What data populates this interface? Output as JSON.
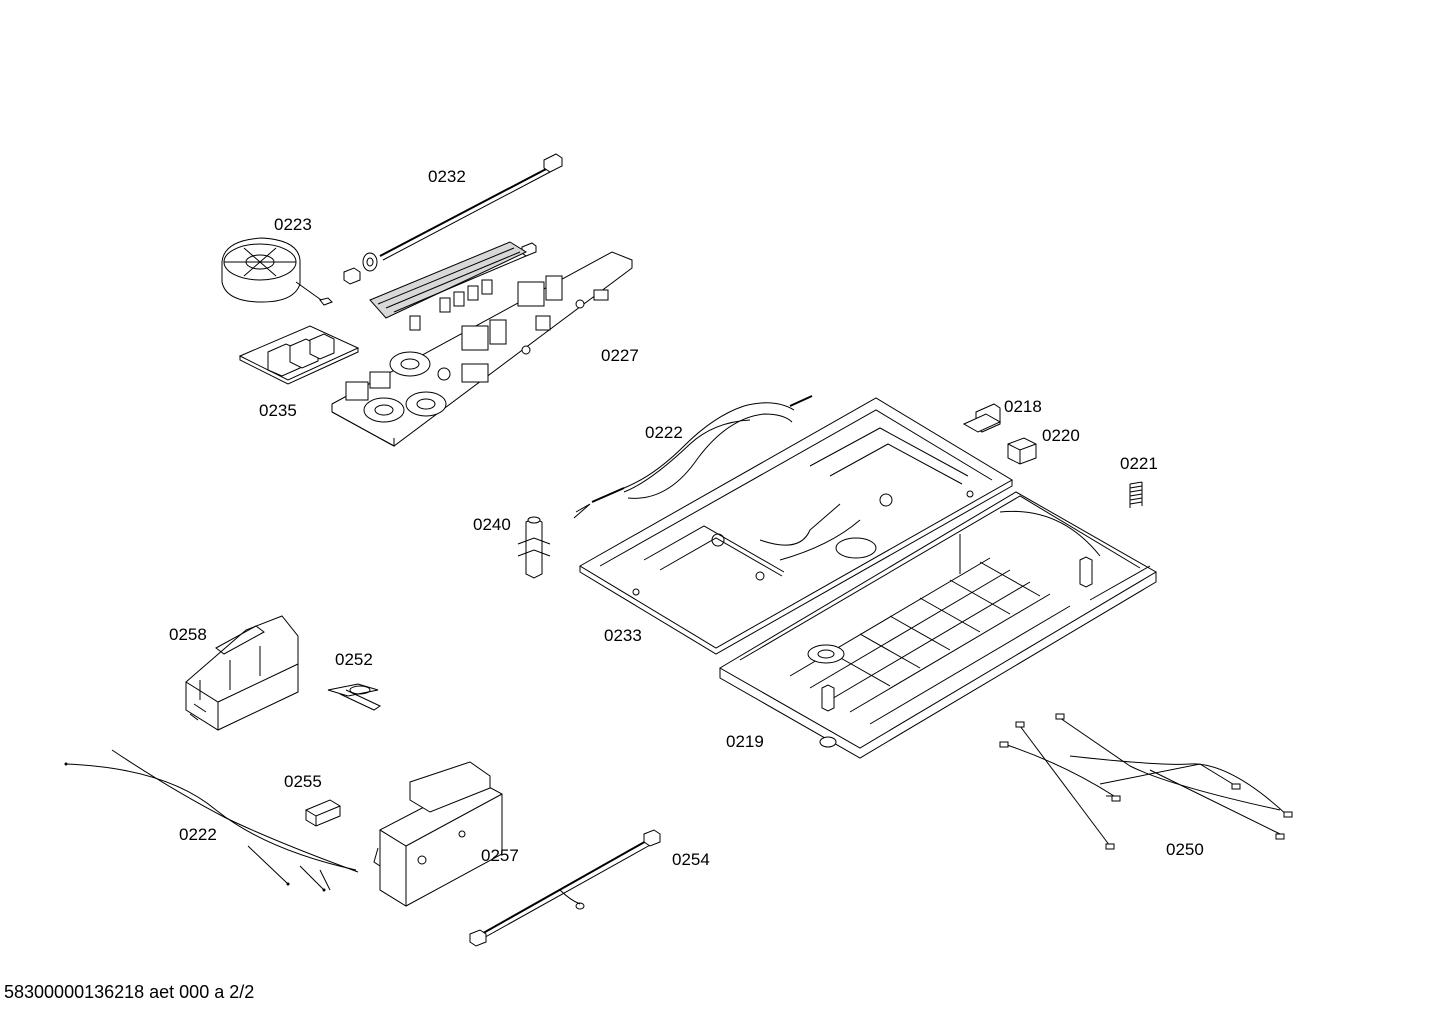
{
  "parts": [
    {
      "id": "p0232",
      "label": "0232"
    },
    {
      "id": "p0223",
      "label": "0223"
    },
    {
      "id": "p0227",
      "label": "0227"
    },
    {
      "id": "p0235",
      "label": "0235"
    },
    {
      "id": "p0218",
      "label": "0218"
    },
    {
      "id": "p0220",
      "label": "0220"
    },
    {
      "id": "p0222a",
      "label": "0222"
    },
    {
      "id": "p0221",
      "label": "0221"
    },
    {
      "id": "p0240",
      "label": "0240"
    },
    {
      "id": "p0233",
      "label": "0233"
    },
    {
      "id": "p0258",
      "label": "0258"
    },
    {
      "id": "p0252",
      "label": "0252"
    },
    {
      "id": "p0219",
      "label": "0219"
    },
    {
      "id": "p0255",
      "label": "0255"
    },
    {
      "id": "p0222b",
      "label": "0222"
    },
    {
      "id": "p0257",
      "label": "0257"
    },
    {
      "id": "p0254",
      "label": "0254"
    },
    {
      "id": "p0250",
      "label": "0250"
    }
  ],
  "footer": "58300000136218 aet 000 a 2/2"
}
